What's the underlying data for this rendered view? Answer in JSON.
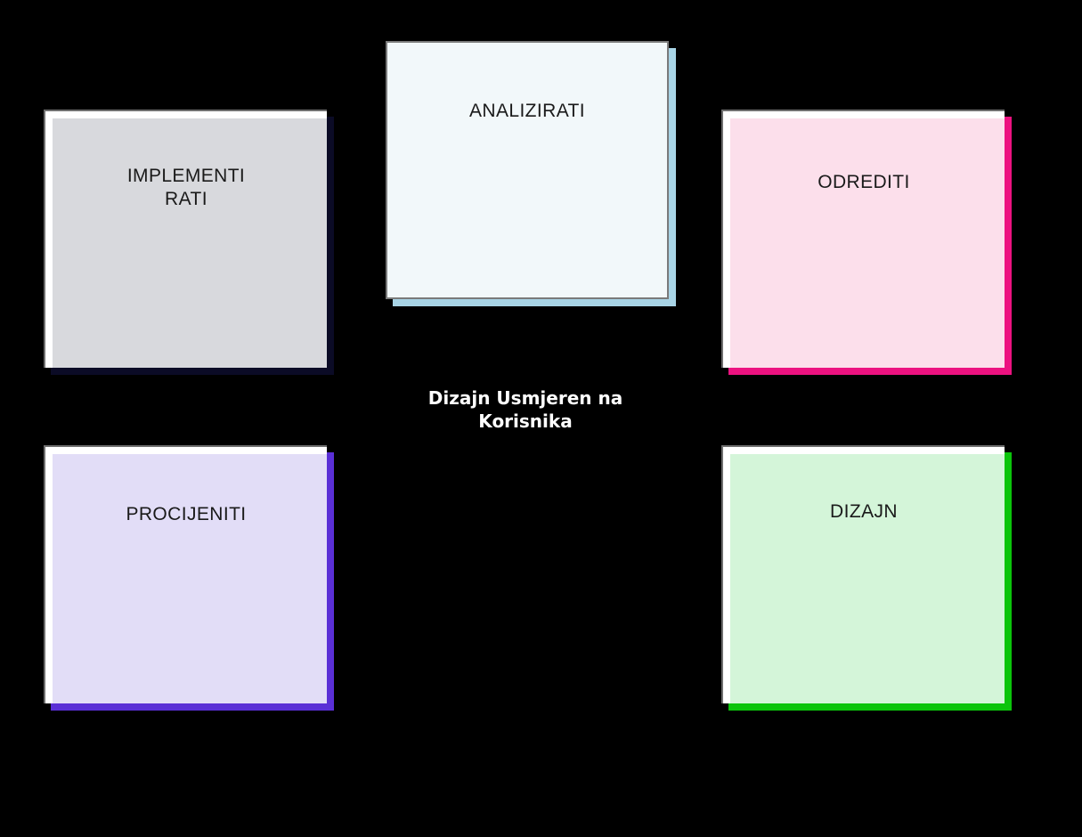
{
  "diagram": {
    "title": "Dizajn Usmjeren na Korisnika",
    "background_color": "#000000",
    "center_label": "Dizajn Usmjeren na\nKorisnika",
    "center_label_color": "#ffffff",
    "nodes": [
      {
        "id": "analizirati",
        "label": "ANALIZIRATI",
        "fill_color": "#f2f8fa",
        "shadow_color": "#a8d4e6",
        "border_color": "#7a7a7a",
        "position": "top-center"
      },
      {
        "id": "implementirati",
        "label": "IMPLEMENTI\nRATI",
        "fill_color": "#d8d9dd",
        "shadow_color": "#0b0b26",
        "border_color": "#6e6e6e",
        "position": "left-top"
      },
      {
        "id": "odrediti",
        "label": "ODREDITI",
        "fill_color": "#fcdfeb",
        "shadow_color": "#ec1280",
        "border_color": "#6e6e6e",
        "position": "right-top"
      },
      {
        "id": "procijeniti",
        "label": "PROCIJENITI",
        "fill_color": "#e2ddf7",
        "shadow_color": "#5a2fd6",
        "border_color": "#6e6e6e",
        "position": "left-bottom"
      },
      {
        "id": "dizajn",
        "label": "DIZAJN",
        "fill_color": "#d4f5d9",
        "shadow_color": "#0bc40b",
        "border_color": "#6e6e6e",
        "position": "right-bottom"
      }
    ]
  }
}
